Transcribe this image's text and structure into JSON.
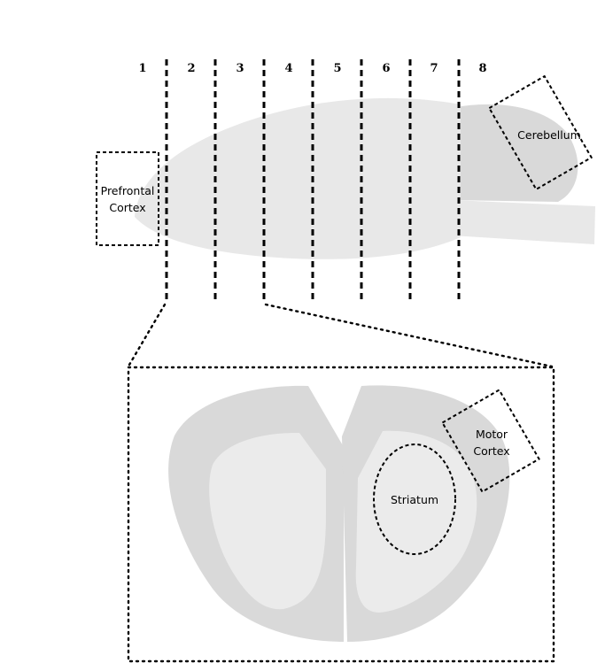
{
  "section_numbers": [
    "1",
    "2",
    "3",
    "4",
    "5",
    "6",
    "7",
    "8"
  ],
  "labels": {
    "prefrontal_line1": "Prefrontal",
    "prefrontal_line2": "Cortex",
    "cerebellum": "Cerebellum",
    "motor_line1": "Motor",
    "motor_line2": "Cortex",
    "striatum": "Striatum"
  },
  "colors": {
    "brain_light": "#e8e8e8",
    "brain_mid": "#d9d9d9",
    "inner_light": "#ebebeb",
    "line": "#000000"
  }
}
